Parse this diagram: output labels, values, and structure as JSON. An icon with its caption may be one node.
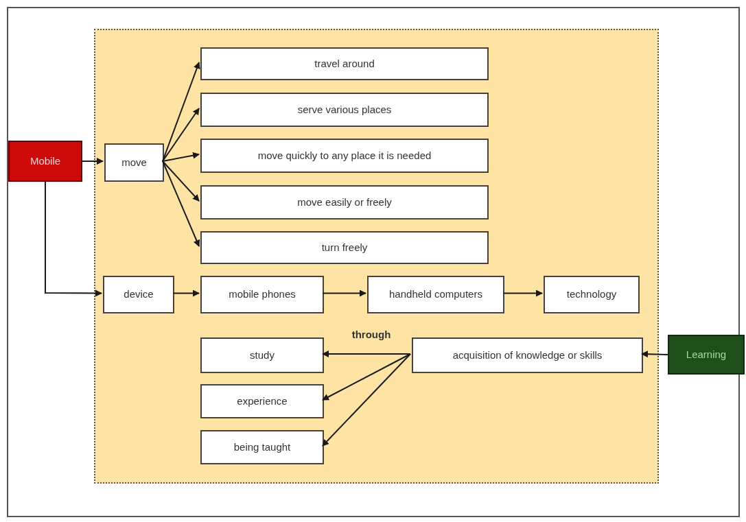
{
  "diagram": {
    "nodes": [
      {
        "text": [],
        "shape": "box"
      },
      {
        "text": [
          "Mobile"
        ]
      },
      {
        "text": [
          "move"
        ],
        "in": 0
      },
      {
        "text": [
          "travel around"
        ],
        "in": 0
      },
      {
        "text": [
          "serve various places"
        ],
        "in": 0
      },
      {
        "text": [
          "move quickly to any place it is needed"
        ],
        "in": 0
      },
      {
        "text": [
          "move easily or freely"
        ],
        "in": 0
      },
      {
        "text": [
          "turn freely"
        ],
        "in": 0
      },
      {
        "text": [
          "device"
        ],
        "in": 0
      },
      {
        "text": [
          "mobile phones"
        ],
        "in": 0
      },
      {
        "text": [
          "handheld computers"
        ],
        "in": 0
      },
      {
        "text": [
          "technology"
        ],
        "in": 0
      },
      {
        "text": [
          "acquisition of knowledge or skills"
        ],
        "in": 0
      },
      {
        "text": [
          "study"
        ],
        "in": 0
      },
      {
        "text": [
          "experience"
        ],
        "in": 0
      },
      {
        "text": [
          "being taught"
        ],
        "in": 0
      },
      {
        "text": [
          "Learning"
        ]
      }
    ],
    "edges": [
      {
        "from": 1,
        "to": 2,
        "arrow": "to"
      },
      {
        "from": 2,
        "to": 3,
        "arrow": "to"
      },
      {
        "from": 2,
        "to": 4,
        "arrow": "to"
      },
      {
        "from": 2,
        "to": 5,
        "arrow": "to"
      },
      {
        "from": 2,
        "to": 6,
        "arrow": "to"
      },
      {
        "from": 2,
        "to": 7,
        "arrow": "to"
      },
      {
        "from": 1,
        "to": 8,
        "arrow": "to"
      },
      {
        "from": 8,
        "to": 9,
        "arrow": "to"
      },
      {
        "from": 9,
        "to": 10,
        "arrow": "to"
      },
      {
        "from": 10,
        "to": 11,
        "arrow": "to"
      },
      {
        "from": 16,
        "to": 12,
        "arrow": "to"
      },
      {
        "from": 12,
        "to": 13,
        "arrow": "to",
        "label": "through"
      },
      {
        "from": 12,
        "to": 14,
        "arrow": "to"
      },
      {
        "from": 12,
        "to": 15,
        "arrow": "to"
      }
    ]
  }
}
